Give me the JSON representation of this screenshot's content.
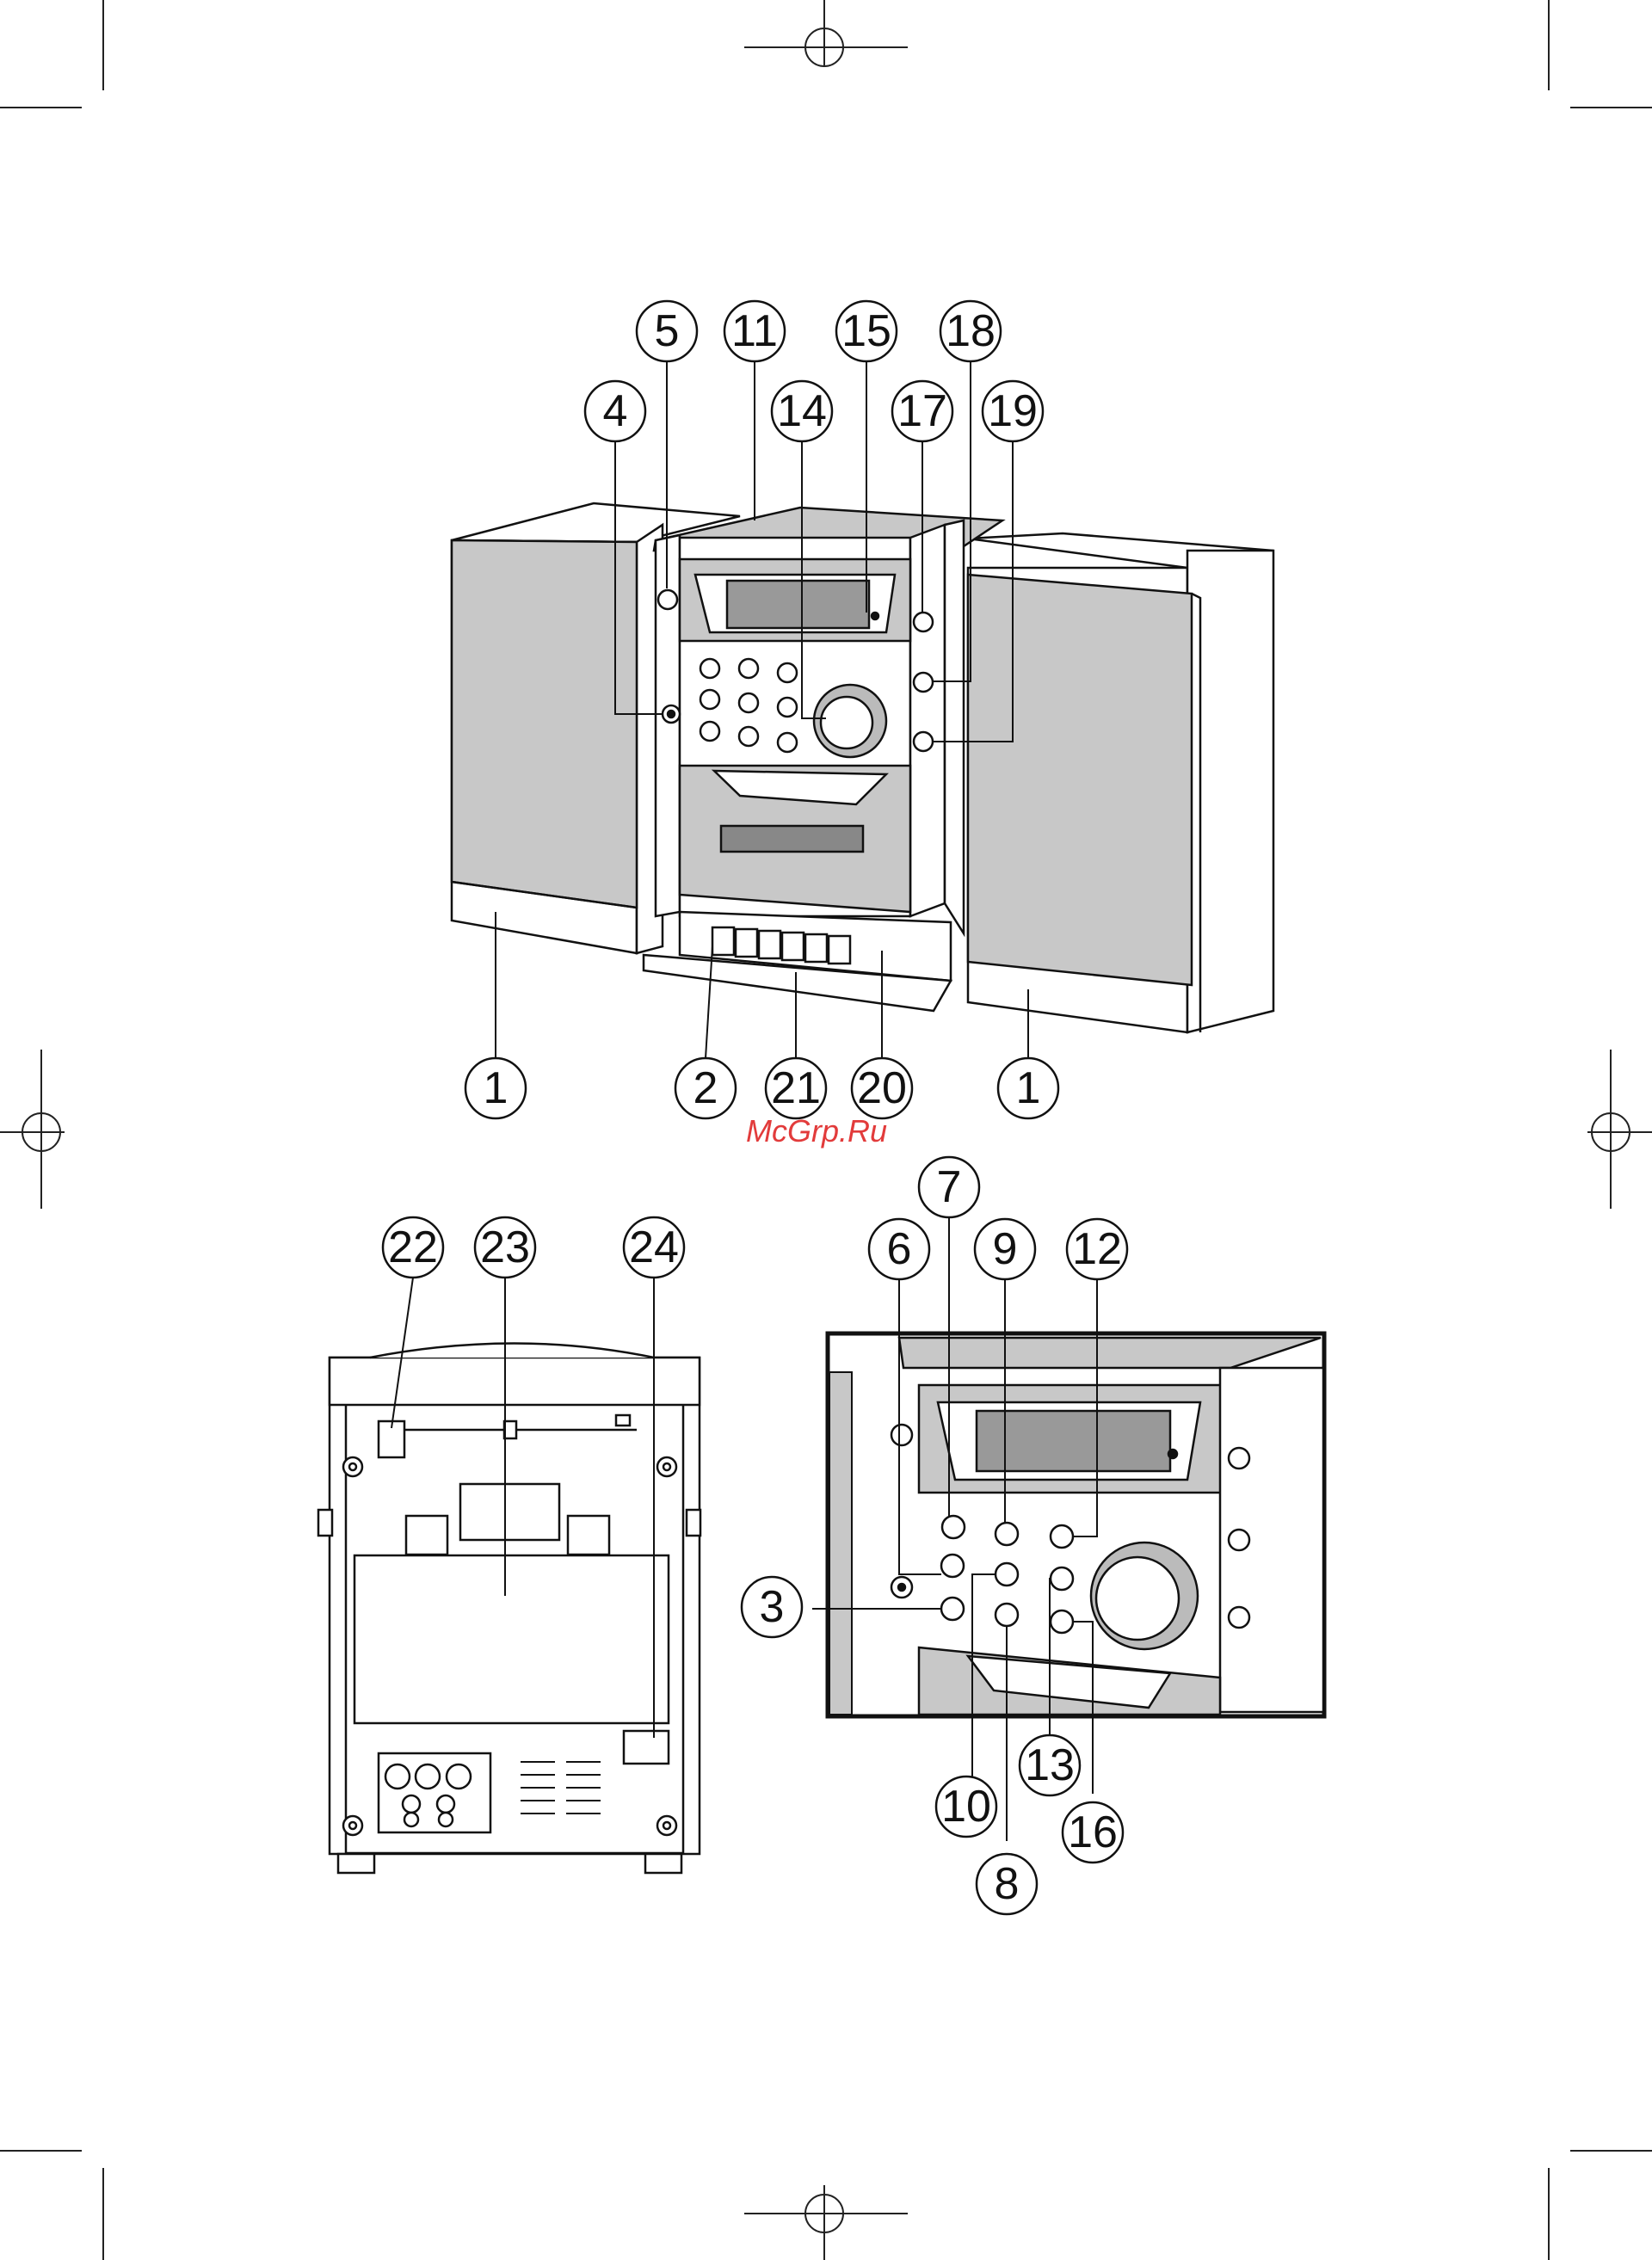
{
  "watermark": "McGrp.Ru",
  "front_view": {
    "callouts": {
      "c5": "5",
      "c11": "11",
      "c15": "15",
      "c18": "18",
      "c4": "4",
      "c14": "14",
      "c17": "17",
      "c19": "19",
      "c1a": "1",
      "c2": "2",
      "c21": "21",
      "c20": "20",
      "c1b": "1"
    }
  },
  "rear_view": {
    "callouts": {
      "c22": "22",
      "c23": "23",
      "c24": "24"
    }
  },
  "detail_view": {
    "callouts": {
      "c7": "7",
      "c6": "6",
      "c9": "9",
      "c12": "12",
      "c3": "3",
      "c13": "13",
      "c10": "10",
      "c16": "16",
      "c8": "8"
    }
  }
}
